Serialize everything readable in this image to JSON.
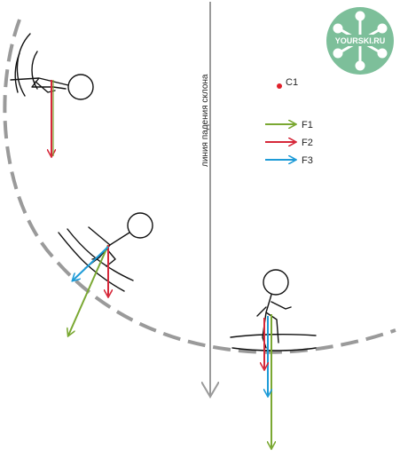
{
  "fall_line": {
    "label": "линия падения склона"
  },
  "center": {
    "label": "C1",
    "color": "#e0202a"
  },
  "legend": [
    {
      "label": "F1",
      "color": "#7aa832"
    },
    {
      "label": "F2",
      "color": "#d6283a"
    },
    {
      "label": "F3",
      "color": "#1e9bd7"
    }
  ],
  "logo": {
    "text": "YOURSKI.RU",
    "color": "#7dbf9a",
    "icon": "snowflake-icon"
  },
  "turn_arc": {
    "color": "#9a9a9a",
    "style": "dashed"
  }
}
